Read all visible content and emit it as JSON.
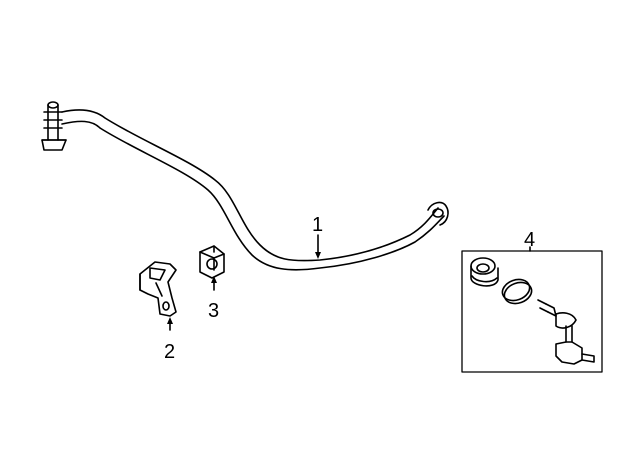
{
  "diagram": {
    "callouts": [
      {
        "id": "part-1",
        "label": "1"
      },
      {
        "id": "part-2",
        "label": "2"
      },
      {
        "id": "part-3",
        "label": "3"
      },
      {
        "id": "part-4",
        "label": "4"
      }
    ]
  },
  "colors": {
    "line": "#000000",
    "background": "#ffffff"
  }
}
